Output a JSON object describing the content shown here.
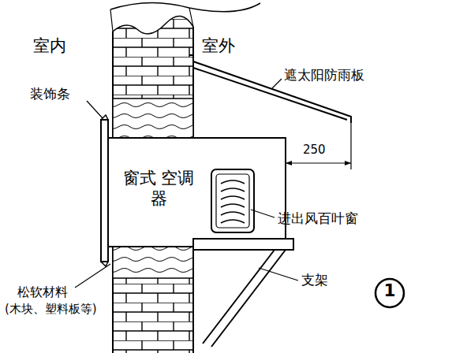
{
  "diagram": {
    "nodes": [
      {
        "text": [
          "窗式 空调器"
        ]
      },
      {
        "text": [
          "1"
        ]
      }
    ],
    "labels": [
      "室内",
      "室外",
      "遮太阳防雨板",
      "装饰条",
      "250",
      "进出风百叶窗",
      "支架",
      "松软材料",
      "(木块、塑料板等)"
    ]
  }
}
